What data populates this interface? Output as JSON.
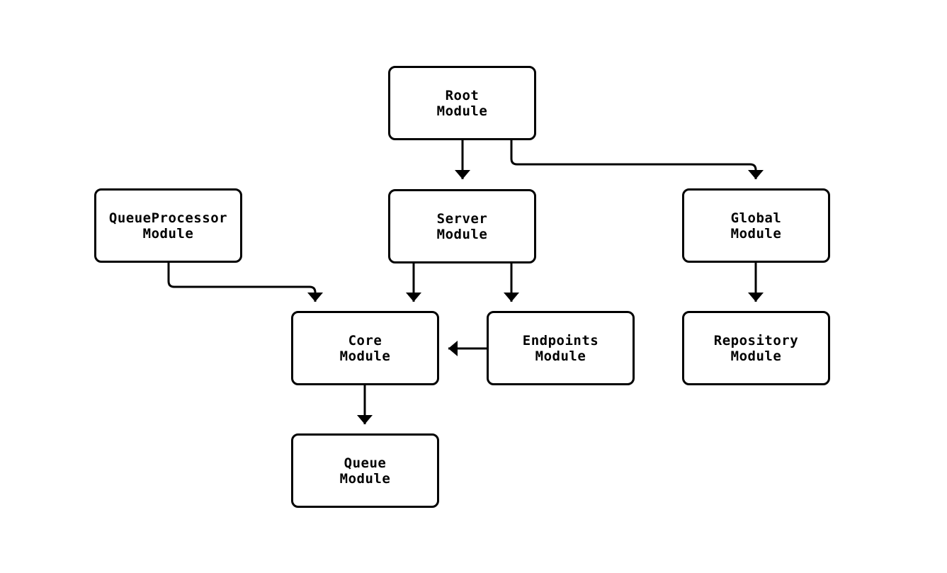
{
  "diagram": {
    "type": "flowchart",
    "background": "#ffffff",
    "colors": {
      "node_fill": "#ffffff",
      "node_border": "#000000",
      "edge": "#000000",
      "text": "#000000"
    },
    "nodes": {
      "root": {
        "line1": "Root",
        "line2": "Module"
      },
      "server": {
        "line1": "Server",
        "line2": "Module"
      },
      "global": {
        "line1": "Global",
        "line2": "Module"
      },
      "queueprocessor": {
        "line1": "QueueProcessor",
        "line2": "Module"
      },
      "core": {
        "line1": "Core",
        "line2": "Module"
      },
      "endpoints": {
        "line1": "Endpoints",
        "line2": "Module"
      },
      "repository": {
        "line1": "Repository",
        "line2": "Module"
      },
      "queue": {
        "line1": "Queue",
        "line2": "Module"
      }
    },
    "edges": [
      {
        "from": "Root Module",
        "to": "Server Module"
      },
      {
        "from": "Root Module",
        "to": "Global Module"
      },
      {
        "from": "QueueProcessor Module",
        "to": "Core Module"
      },
      {
        "from": "Server Module",
        "to": "Core Module"
      },
      {
        "from": "Server Module",
        "to": "Endpoints Module"
      },
      {
        "from": "Endpoints Module",
        "to": "Core Module"
      },
      {
        "from": "Global Module",
        "to": "Repository Module"
      },
      {
        "from": "Core Module",
        "to": "Queue Module"
      }
    ]
  }
}
